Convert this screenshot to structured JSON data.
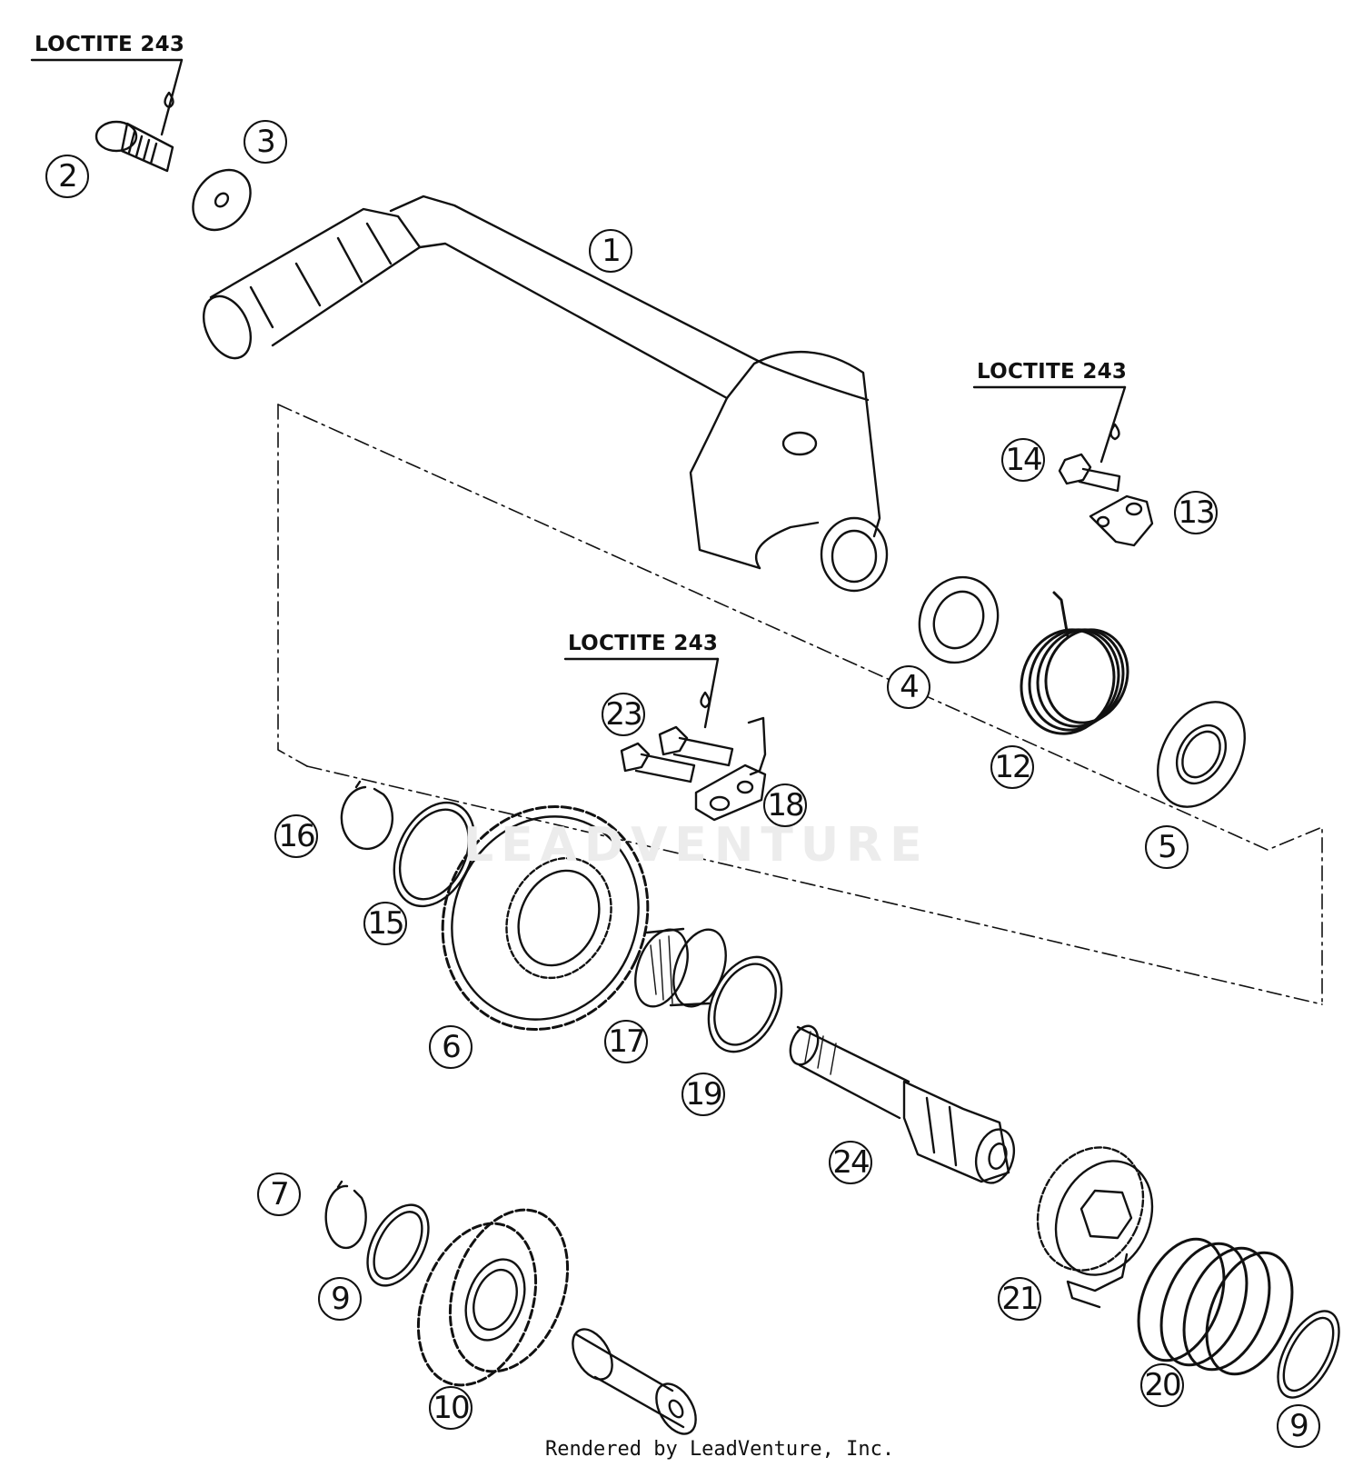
{
  "loctite_labels": [
    "LOCTITE 243",
    "LOCTITE 243",
    "LOCTITE 243"
  ],
  "callouts": [
    "1",
    "2",
    "3",
    "4",
    "5",
    "6",
    "7",
    "9",
    "9",
    "10",
    "12",
    "13",
    "14",
    "15",
    "16",
    "17",
    "18",
    "19",
    "20",
    "21",
    "23",
    "24"
  ],
  "watermark": "LEADVENTURE",
  "footer": "Rendered by LeadVenture, Inc."
}
